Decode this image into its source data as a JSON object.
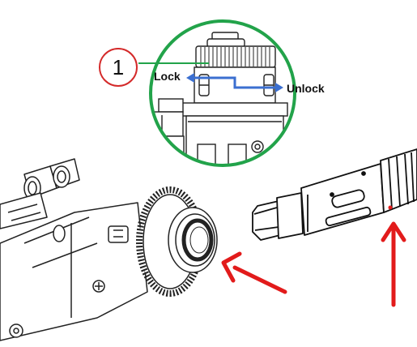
{
  "callout": {
    "number": "1",
    "lock_label": "Lock",
    "unlock_label": "Unlock"
  },
  "colors": {
    "callout_circle": "#d42a2a",
    "detail_circle": "#22a34a",
    "direction_arrow": "#3b6fd0",
    "pointer_arrow": "#e21b1b",
    "line_art": "#222222"
  }
}
